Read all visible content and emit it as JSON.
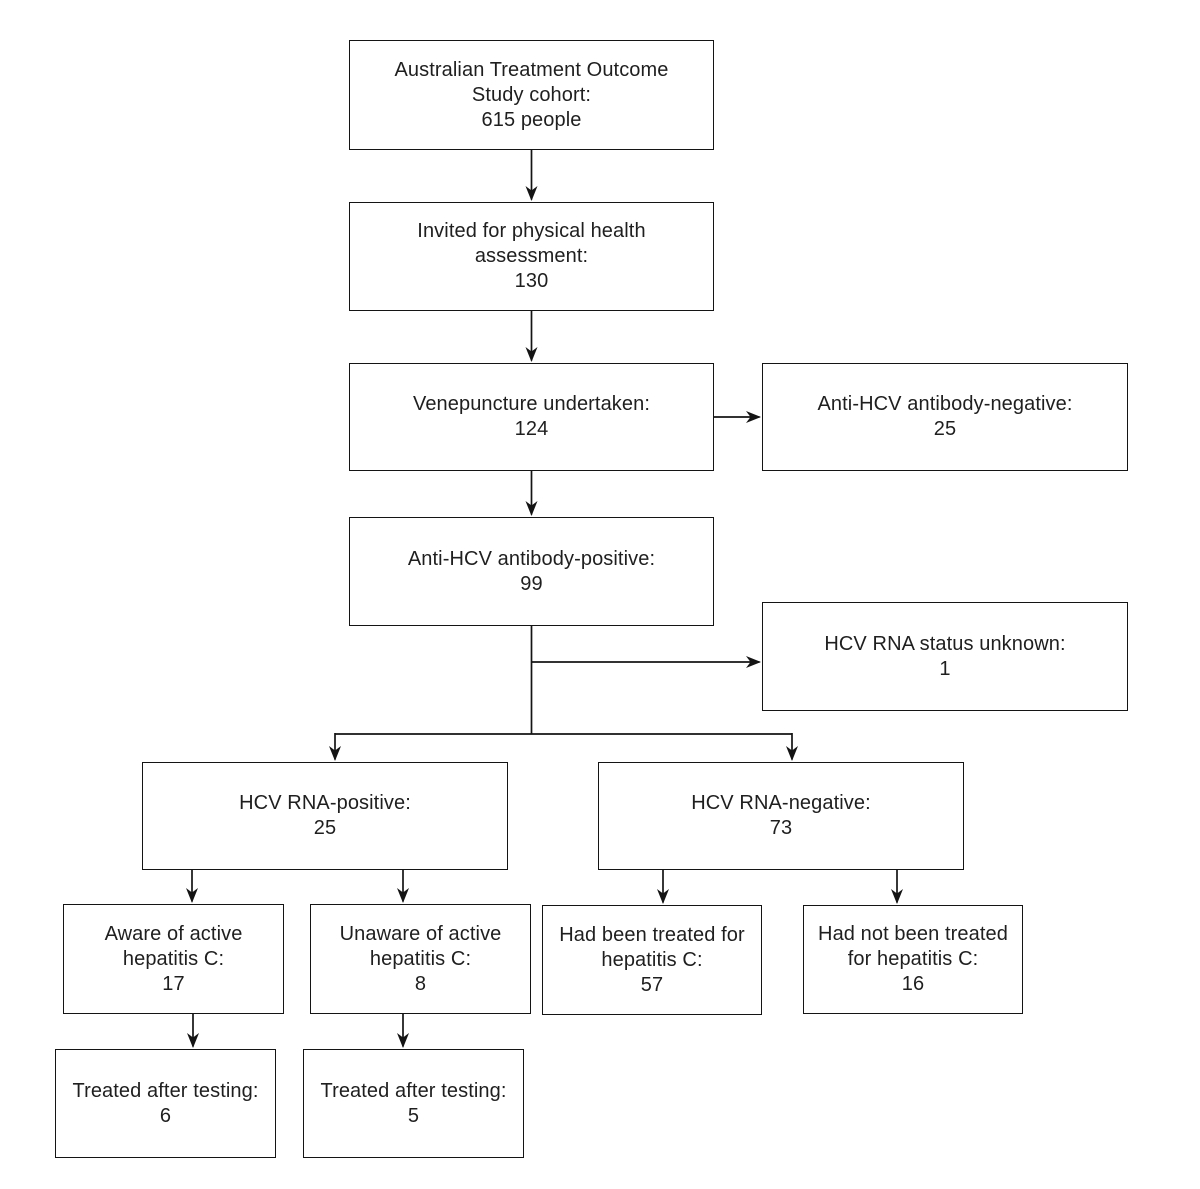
{
  "colors": {
    "background": "#ffffff",
    "line": "#141414",
    "text": "#1f1f1f"
  },
  "diagram": {
    "type": "flowchart",
    "nodes": {
      "cohort": {
        "label": "Australian Treatment Outcome Study cohort:",
        "value": "615 people"
      },
      "invited": {
        "label": "Invited for physical health assessment:",
        "value": "130"
      },
      "venepuncture": {
        "label": "Venepuncture undertaken:",
        "value": "124"
      },
      "antibody_negative": {
        "label": "Anti-HCV antibody-negative:",
        "value": "25"
      },
      "antibody_positive": {
        "label": "Anti-HCV antibody-positive:",
        "value": "99"
      },
      "rna_unknown": {
        "label": "HCV RNA status unknown:",
        "value": "1"
      },
      "rna_positive": {
        "label": "HCV RNA-positive:",
        "value": "25"
      },
      "rna_negative": {
        "label": "HCV RNA-negative:",
        "value": "73"
      },
      "aware": {
        "label": "Aware of active hepatitis C:",
        "value": "17"
      },
      "unaware": {
        "label": "Unaware of active hepatitis C:",
        "value": "8"
      },
      "treated_before": {
        "label": "Had been treated for hepatitis C:",
        "value": "57"
      },
      "not_treated_before": {
        "label": "Had not been treated for hepatitis C:",
        "value": "16"
      },
      "treated_after_aware": {
        "label": "Treated after testing:",
        "value": "6"
      },
      "treated_after_unaware": {
        "label": "Treated after testing:",
        "value": "5"
      }
    },
    "edges": [
      {
        "from": "cohort",
        "to": "invited"
      },
      {
        "from": "invited",
        "to": "venepuncture"
      },
      {
        "from": "venepuncture",
        "to": "antibody_negative"
      },
      {
        "from": "venepuncture",
        "to": "antibody_positive"
      },
      {
        "from": "antibody_positive",
        "to": "rna_unknown"
      },
      {
        "from": "antibody_positive",
        "to": "rna_positive"
      },
      {
        "from": "antibody_positive",
        "to": "rna_negative"
      },
      {
        "from": "rna_positive",
        "to": "aware"
      },
      {
        "from": "rna_positive",
        "to": "unaware"
      },
      {
        "from": "rna_negative",
        "to": "treated_before"
      },
      {
        "from": "rna_negative",
        "to": "not_treated_before"
      },
      {
        "from": "aware",
        "to": "treated_after_aware"
      },
      {
        "from": "unaware",
        "to": "treated_after_unaware"
      }
    ]
  }
}
